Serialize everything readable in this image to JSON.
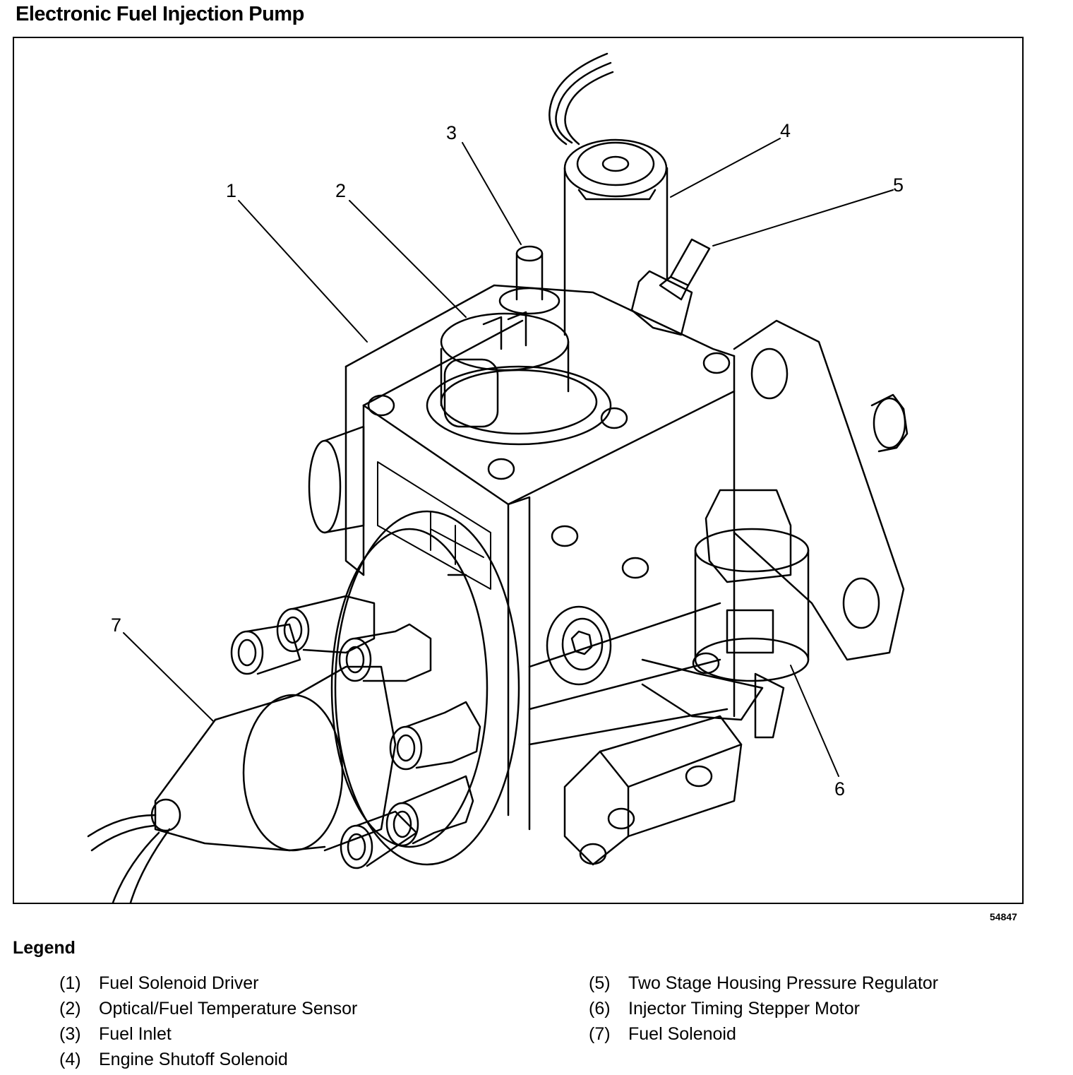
{
  "title": "Electronic Fuel Injection Pump",
  "figure_number": "54847",
  "callouts": [
    "1",
    "2",
    "3",
    "4",
    "5",
    "6",
    "7"
  ],
  "legend": {
    "heading": "Legend",
    "items": [
      {
        "num": "(1)",
        "label": "Fuel Solenoid Driver"
      },
      {
        "num": "(2)",
        "label": "Optical/Fuel Temperature Sensor"
      },
      {
        "num": "(3)",
        "label": "Fuel Inlet"
      },
      {
        "num": "(4)",
        "label": "Engine Shutoff Solenoid"
      },
      {
        "num": "(5)",
        "label": "Two Stage Housing Pressure Regulator"
      },
      {
        "num": "(6)",
        "label": "Injector Timing Stepper Motor"
      },
      {
        "num": "(7)",
        "label": "Fuel Solenoid"
      }
    ]
  }
}
